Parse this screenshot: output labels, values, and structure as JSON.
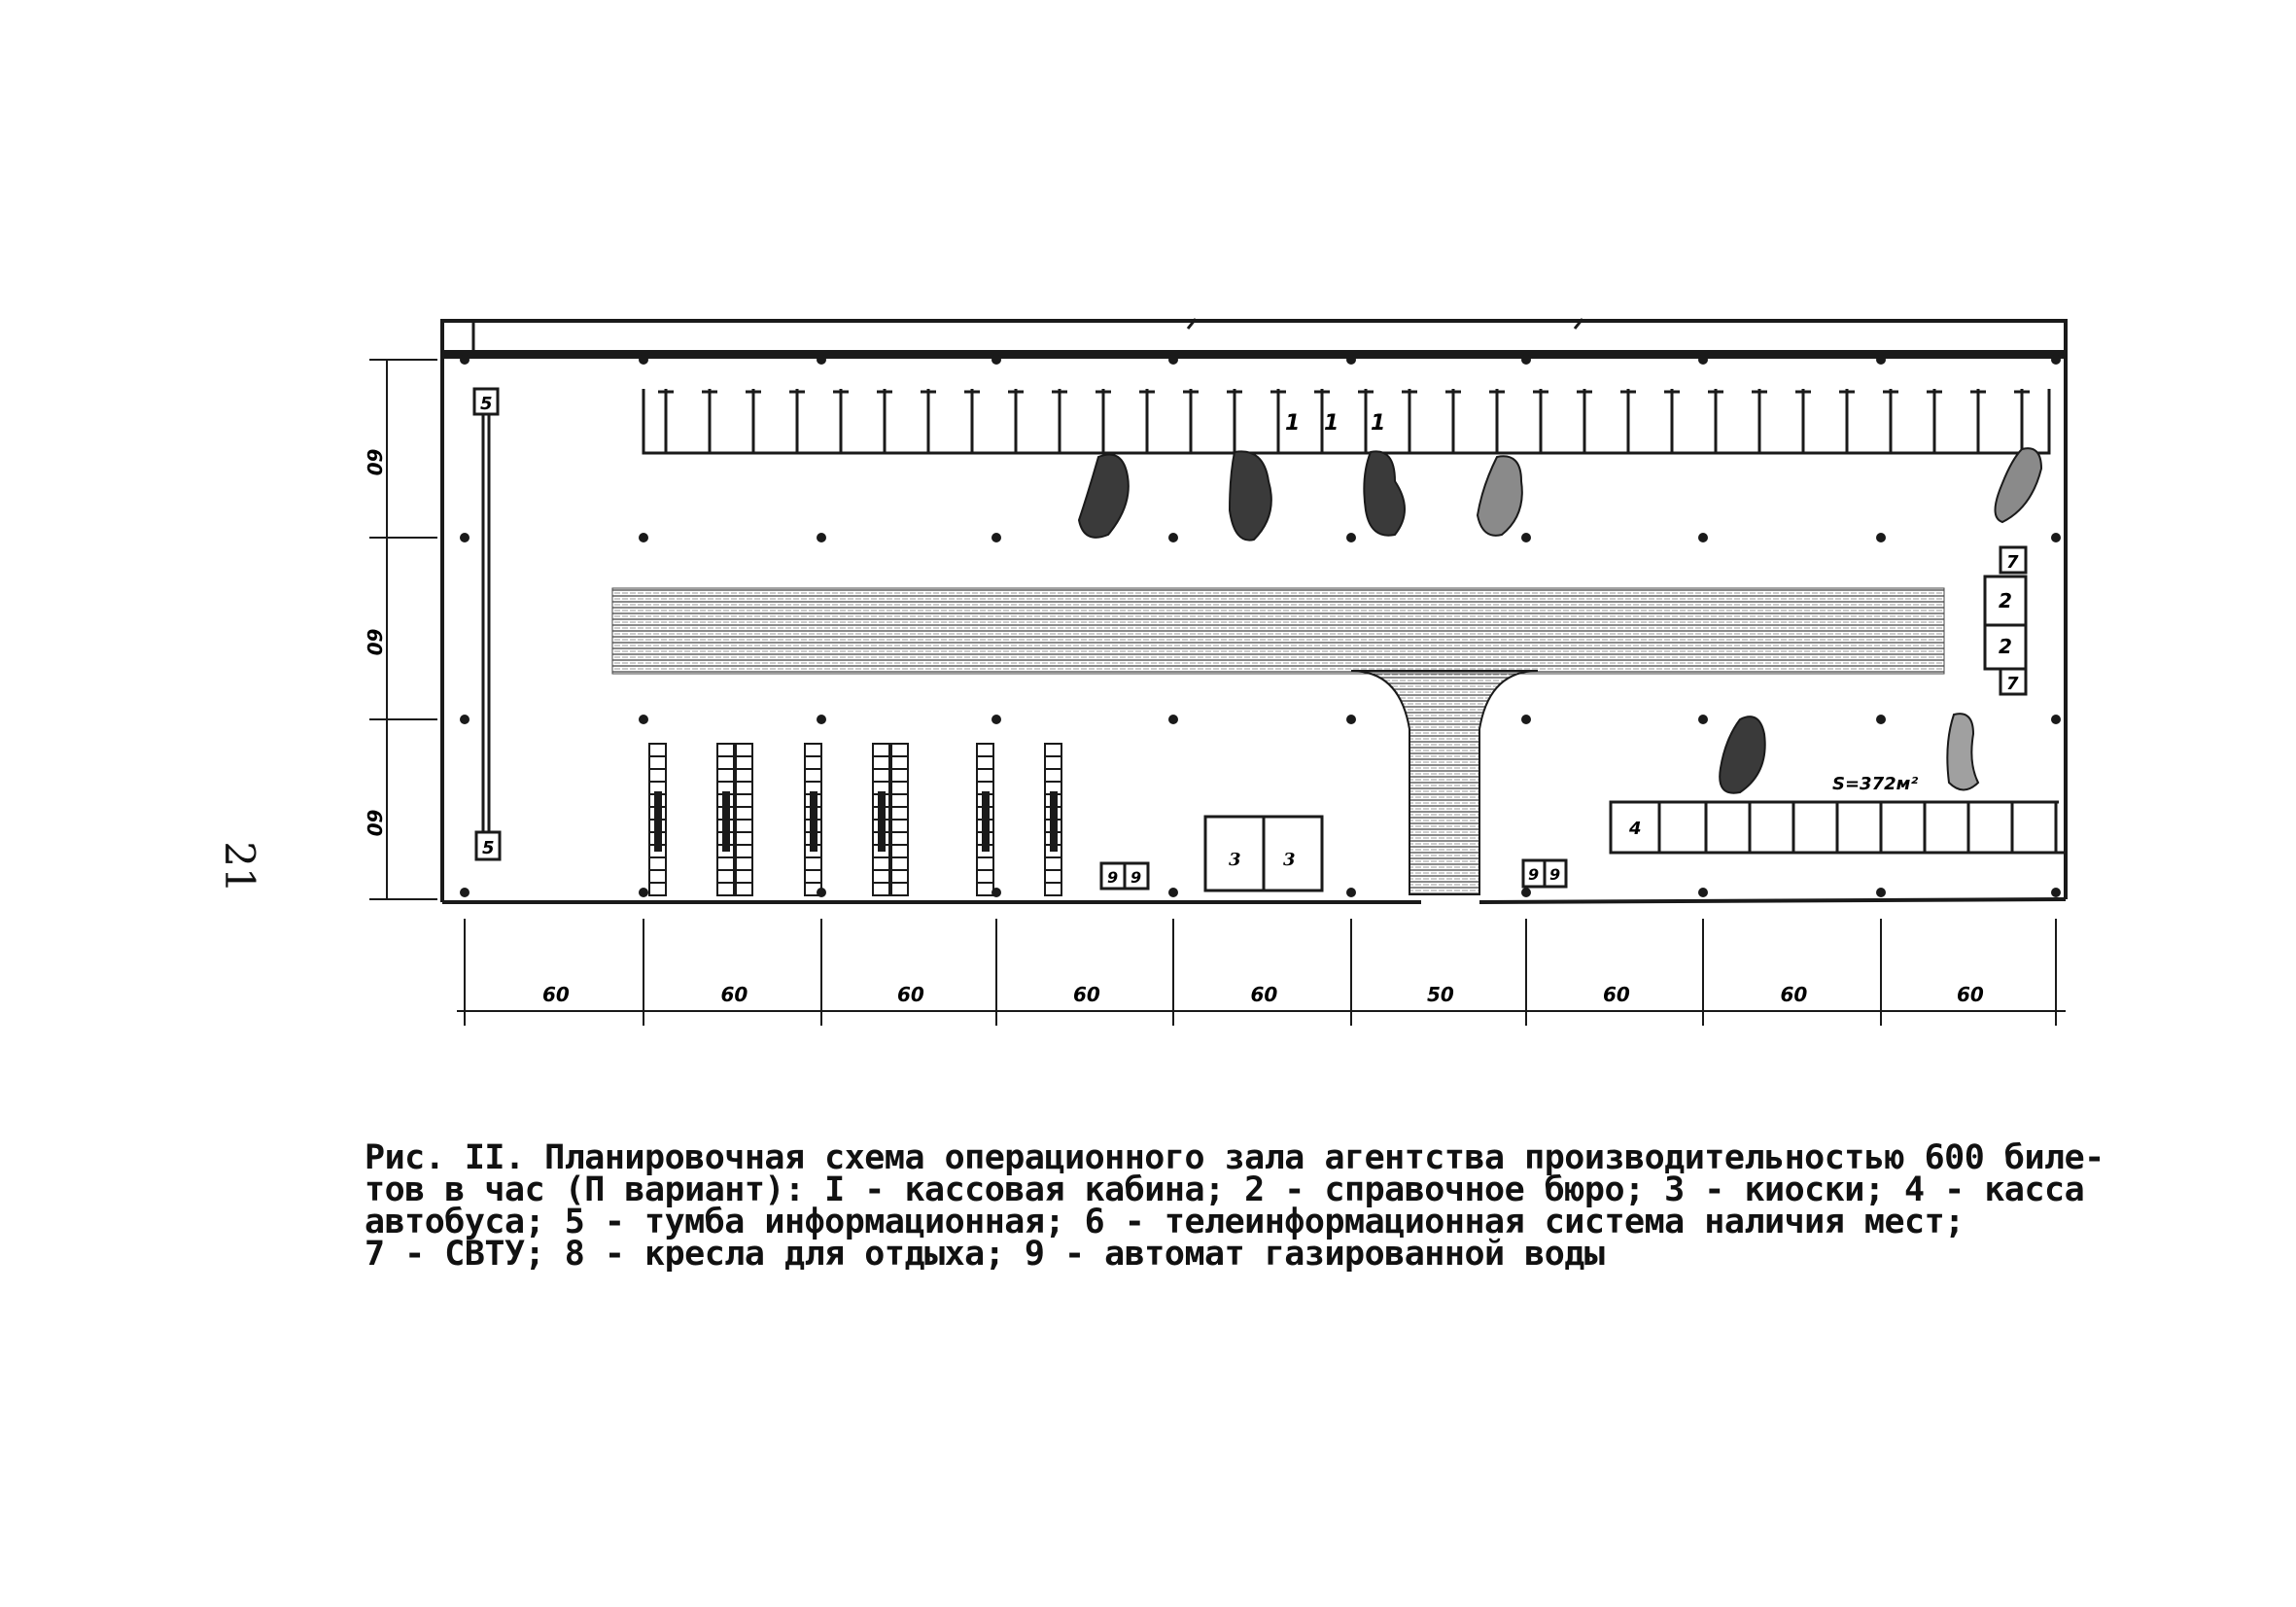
{
  "page_number": "21",
  "caption": {
    "lines": [
      "Рис. II. Планировочная схема операционного зала агентства производительностью 600 биле-",
      "тов в час (П вариант): I - кассовая кабина; 2 - справочное бюро; 3 - киоски; 4 - касса",
      "автобуса; 5 - тумба информационная; 6 - телеинформационная система наличия мест;",
      "7 - СВТУ; 8 - кресла для отдыха; 9 - автомат газированной воды"
    ]
  },
  "plan": {
    "bottom_dimensions": [
      "60",
      "60",
      "60",
      "60",
      "60",
      "50",
      "60",
      "60",
      "60"
    ],
    "left_dimensions": [
      "60",
      "60",
      "60"
    ],
    "area_label": "S=372м²",
    "markers": {
      "cashier": "1",
      "info_bureau": "2",
      "kiosk": "3",
      "bus_cashier": "4",
      "info_stand": "5",
      "svtu": "7",
      "soda_machine": "9"
    },
    "colors": {
      "ink": "#1a1a1a",
      "paper": "#ffffff"
    }
  }
}
